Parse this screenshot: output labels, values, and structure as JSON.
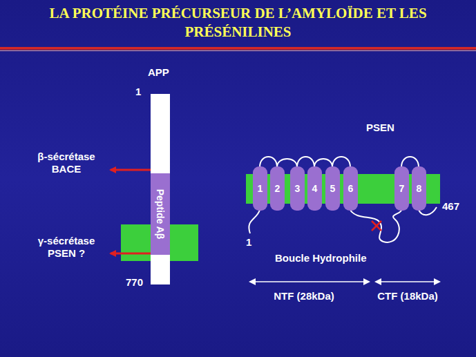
{
  "diagram": {
    "title": "LA PROTÉINE PRÉCURSEUR DE L’AMYLOÏDE ET LES PRÉSÉNILINES",
    "nodes": [
      {
        "text": [
          "APP"
        ]
      },
      {
        "text": [
          "Peptide Aβ"
        ],
        "in": 0
      },
      {
        "text": [
          "PSEN"
        ]
      },
      {
        "text": [
          "1"
        ],
        "in": 2
      },
      {
        "text": [
          "2"
        ],
        "in": 2
      },
      {
        "text": [
          "3"
        ],
        "in": 2
      },
      {
        "text": [
          "4"
        ],
        "in": 2
      },
      {
        "text": [
          "5"
        ],
        "in": 2
      },
      {
        "text": [
          "6"
        ],
        "in": 2
      },
      {
        "text": [
          "7"
        ],
        "in": 2
      },
      {
        "text": [
          "8"
        ],
        "in": 2
      }
    ],
    "edges": [],
    "labels": [
      "β-sécrétase BACE",
      "γ-sécrétase PSEN ?",
      "1",
      "770",
      "1",
      "467",
      "Boucle Hydrophile",
      "NTF (28kDa)",
      "CTF (18kDa)"
    ]
  }
}
